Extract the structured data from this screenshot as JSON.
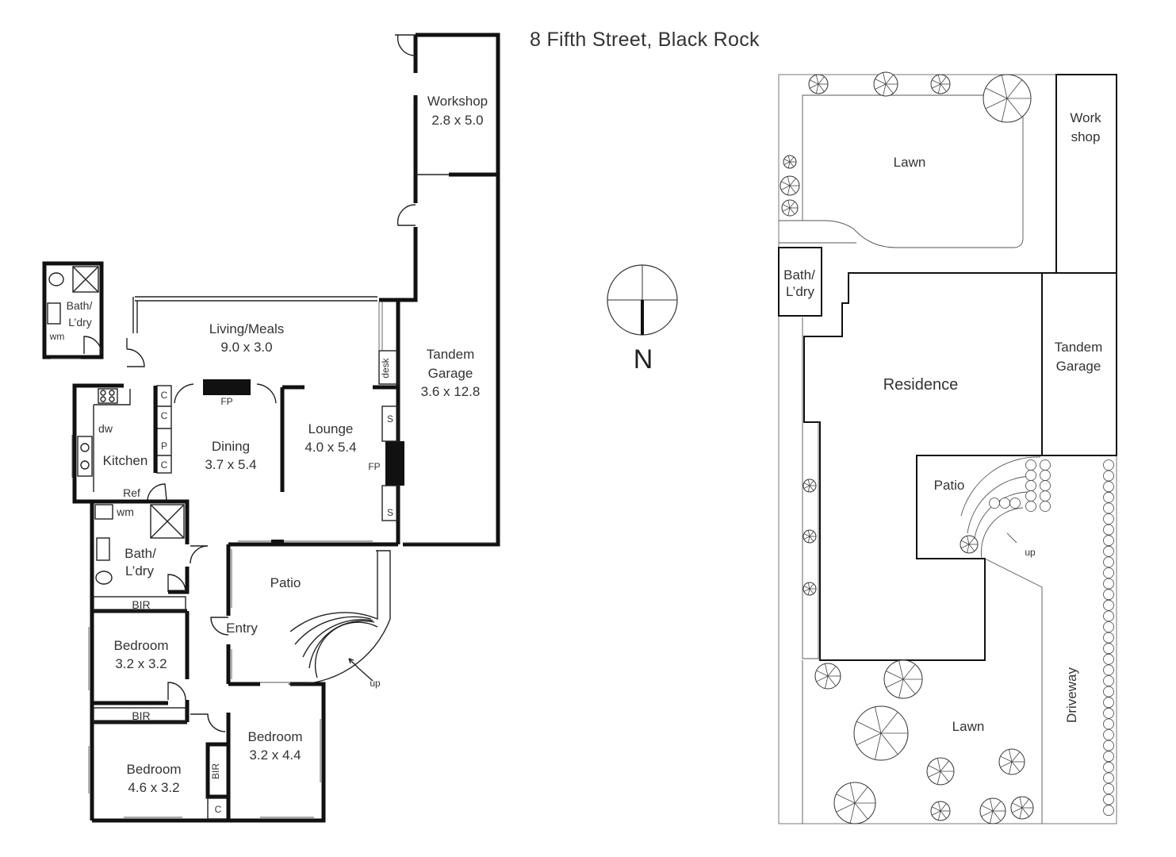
{
  "title": "8 Fifth Street, Black Rock",
  "floorplan": {
    "workshop": {
      "name": "Workshop",
      "dims": "2.8 x 5.0"
    },
    "garage": {
      "name_line1": "Tandem",
      "name_line2": "Garage",
      "dims": "3.6 x 12.8"
    },
    "living": {
      "name": "Living/Meals",
      "dims": "9.0 x 3.0"
    },
    "dining": {
      "name": "Dining",
      "dims": "3.7 x 5.4"
    },
    "lounge": {
      "name": "Lounge",
      "dims": "4.0 x 5.4"
    },
    "kitchen": {
      "name": "Kitchen"
    },
    "bath1": {
      "line1": "Bath/",
      "line2": "L’dry"
    },
    "bath2": {
      "line1": "Bath/",
      "line2": "L’dry"
    },
    "patio": {
      "name": "Patio"
    },
    "entry": {
      "name": "Entry"
    },
    "bedroom1": {
      "name": "Bedroom",
      "dims": "3.2 x 3.2"
    },
    "bedroom2": {
      "name": "Bedroom",
      "dims": "3.2 x 4.4"
    },
    "bedroom3": {
      "name": "Bedroom",
      "dims": "4.6 x 3.2"
    },
    "fixtures": {
      "fp": "FP",
      "desk": "desk",
      "s": "S",
      "c": "C",
      "p": "P",
      "dw": "dw",
      "ref": "Ref",
      "wm": "wm",
      "bir": "BIR",
      "up": "up"
    }
  },
  "compass": {
    "label": "N"
  },
  "siteplan": {
    "lawn_top": "Lawn",
    "workshop_line1": "Work",
    "workshop_line2": "shop",
    "bath_line1": "Bath/",
    "bath_line2": "L’dry",
    "residence": "Residence",
    "garage_line1": "Tandem",
    "garage_line2": "Garage",
    "patio": "Patio",
    "up": "up",
    "lawn_bottom": "Lawn",
    "driveway": "Driveway"
  }
}
